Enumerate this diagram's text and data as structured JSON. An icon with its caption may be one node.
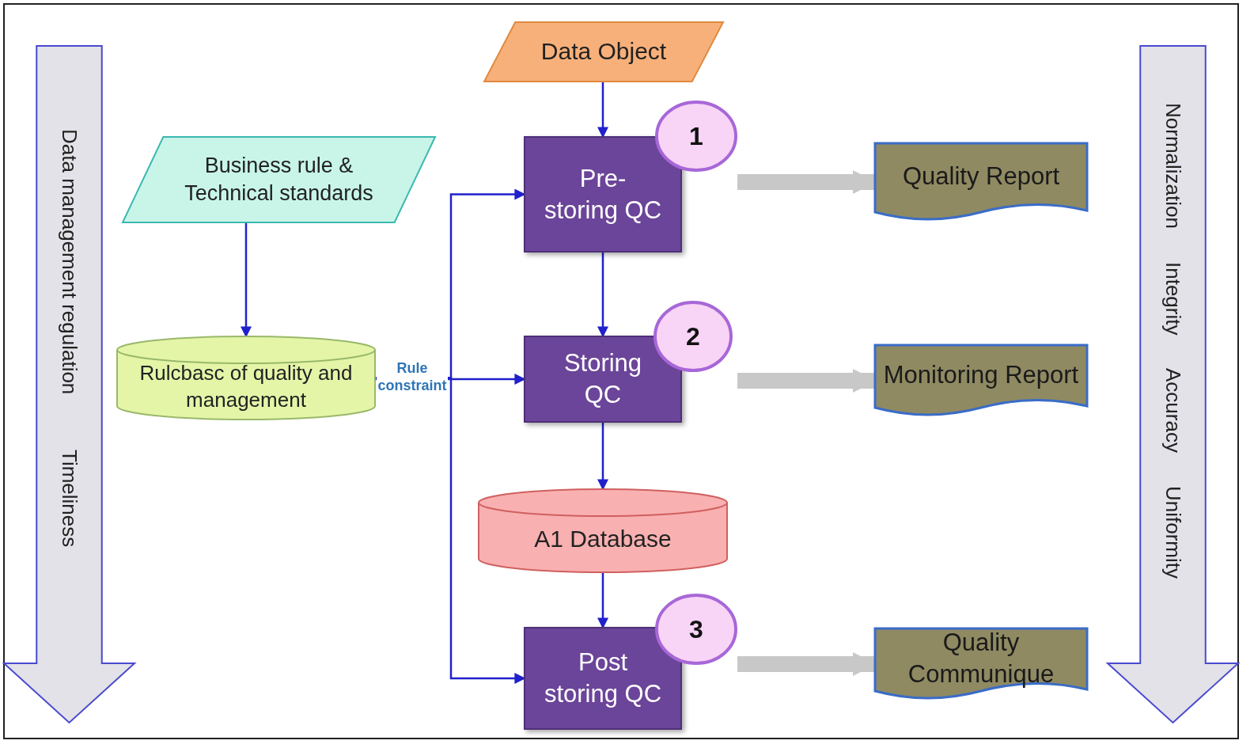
{
  "diagram": {
    "nodes": [
      {
        "text": [
          "Data management regulation",
          "Timeliness"
        ]
      },
      {
        "text": [
          "Data Object"
        ]
      },
      {
        "text": [
          "Business rule & Technical standards"
        ]
      },
      {
        "text": [
          "Pre- storing QC"
        ]
      },
      {
        "text": [
          "1"
        ]
      },
      {
        "text": [
          "Quality Report"
        ]
      },
      {
        "text": [
          "Rulcbasc of quality and management"
        ]
      },
      {
        "text": [
          "Storing QC"
        ]
      },
      {
        "text": [
          "2"
        ]
      },
      {
        "text": [
          "Monitoring Report"
        ]
      },
      {
        "text": [
          "A1 Database"
        ]
      },
      {
        "text": [
          "Post storing QC"
        ]
      },
      {
        "text": [
          "3"
        ]
      },
      {
        "text": [
          "Quality Communique"
        ]
      },
      {
        "text": [
          "Normalization",
          "Integrity",
          "Accuracy",
          "Uniformity"
        ]
      }
    ],
    "edges": [
      {
        "from": 1,
        "to": 3,
        "arrow": "to"
      },
      {
        "from": 2,
        "to": 6,
        "arrow": "to"
      },
      {
        "from": 3,
        "to": 7,
        "arrow": "to"
      },
      {
        "from": 7,
        "to": 10,
        "arrow": "to"
      },
      {
        "from": 10,
        "to": 11,
        "arrow": "to"
      },
      {
        "from": 6,
        "to": 7,
        "arrow": "to",
        "label": "Rule constraint"
      },
      {
        "from": 6,
        "to": 3,
        "arrow": "to"
      },
      {
        "from": 6,
        "to": 11,
        "arrow": "to"
      },
      {
        "from": null,
        "to": 5,
        "arrow": "to",
        "style": "thick",
        "color": "#c8c8c8"
      },
      {
        "from": null,
        "to": 9,
        "arrow": "to",
        "style": "thick",
        "color": "#c8c8c8"
      },
      {
        "from": null,
        "to": 13,
        "arrow": "to",
        "style": "thick",
        "color": "#c8c8c8"
      }
    ]
  }
}
